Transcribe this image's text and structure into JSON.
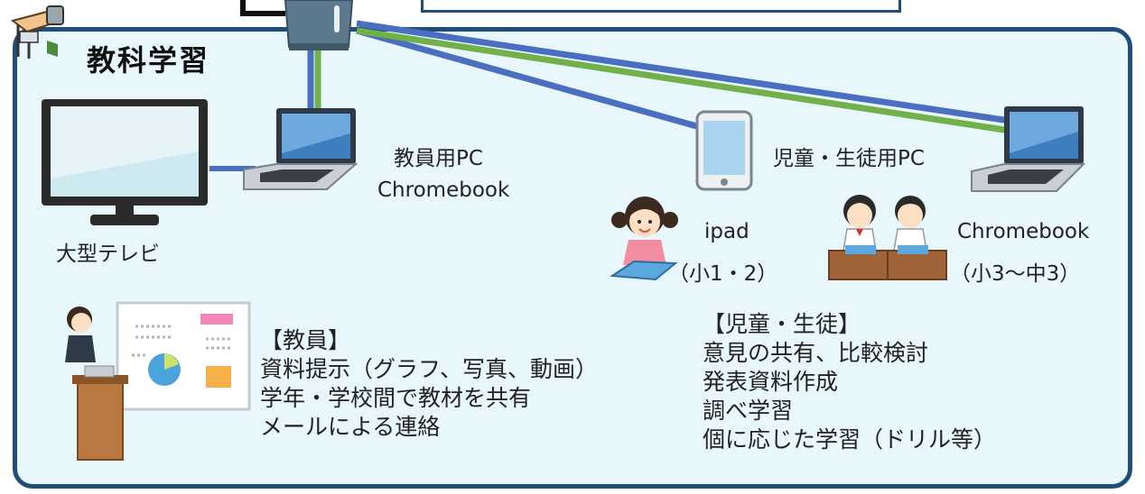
{
  "title": "教科学習",
  "devices": {
    "tv_label": "大型テレビ",
    "teacher_pc_line1": "教員用PC",
    "teacher_pc_line2": "Chromebook",
    "student_pc_title": "児童・生徒用PC",
    "ipad_name": "ipad",
    "ipad_grades": "（小1・2）",
    "chromebook_name": "Chromebook",
    "chromebook_grades": "（小3〜中3）"
  },
  "teacher": {
    "heading": "【教員】",
    "items": [
      "資料提示（グラフ、写真、動画）",
      "学年・学校間で教材を共有",
      "メールによる連絡"
    ]
  },
  "students": {
    "heading": "【児童・生徒】",
    "items": [
      "意見の共有、比較検討",
      "発表資料作成",
      "調べ学習",
      "個に応じた学習（ドリル等）"
    ]
  },
  "colors": {
    "frame": "#1f4e79",
    "panel_bg": "#e8f7fb",
    "wired_line": "#4a6fc0",
    "wifi_line": "#72b04a"
  },
  "icons": [
    "desk-icon",
    "router-icon",
    "monitor-icon",
    "laptop-icon",
    "tablet-icon",
    "girl-student-icon",
    "students-icon",
    "teacher-icon",
    "whiteboard-icon"
  ]
}
